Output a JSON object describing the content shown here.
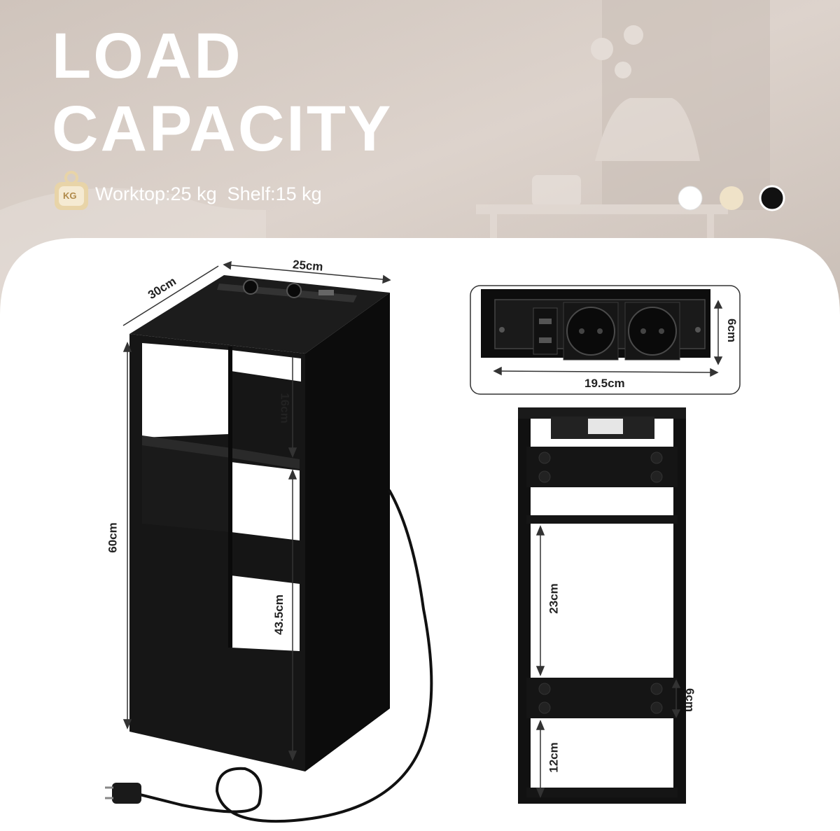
{
  "header": {
    "title_line1": "LOAD",
    "title_line2": "CAPACITY",
    "weight_icon_label": "KG",
    "capacity_text": "Worktop:25 kg  Shelf:15 kg"
  },
  "color_options": [
    {
      "name": "white",
      "hex": "#ffffff"
    },
    {
      "name": "beige",
      "hex": "#efe2c8"
    },
    {
      "name": "black",
      "hex": "#111111"
    }
  ],
  "colors": {
    "background": "#d9cfc8",
    "panel": "#ffffff",
    "product": "#141414",
    "accent_icon": "#e8d4a8"
  },
  "dimensions": {
    "width": "25cm",
    "depth": "30cm",
    "height": "60cm",
    "top_compartment": "16cm",
    "lower_compartment": "43.5cm",
    "socket_width": "19.5cm",
    "socket_height": "6cm",
    "back_compartment": "23cm",
    "back_panel": "6cm",
    "back_bottom": "12cm"
  }
}
